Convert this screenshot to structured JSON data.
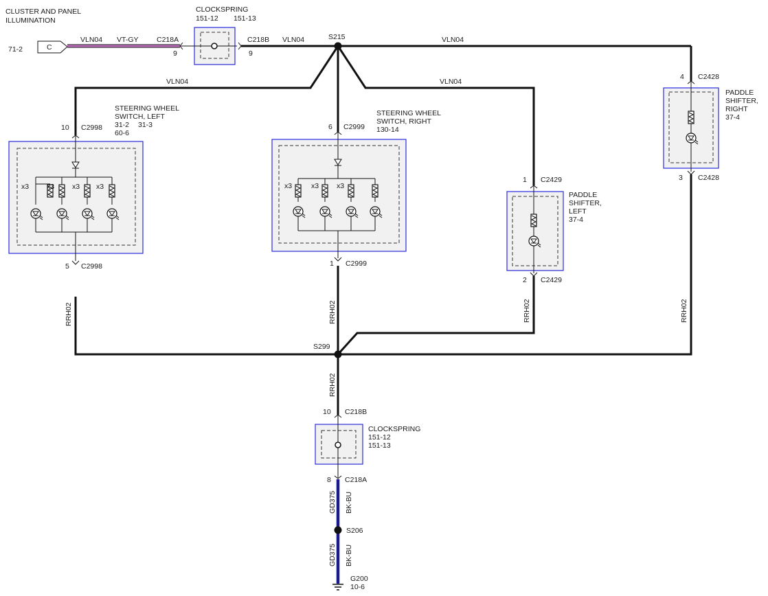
{
  "header": {
    "title_line1": "CLUSTER AND PANEL",
    "title_line2": "ILLUMINATION",
    "ref": "71-2",
    "connector_letter": "C"
  },
  "top": {
    "circuit_left": "VLN04",
    "color_left": "VT-GY",
    "connector_a": "C218A",
    "pin_a": "9",
    "connector_b": "C218B",
    "pin_b": "9",
    "circuit_right": "VLN04",
    "splice": "S215",
    "circuit_far_right": "VLN04"
  },
  "clockspring_top": {
    "title": "CLOCKSPRING",
    "ref1": "151-12",
    "ref2": "151-13"
  },
  "wire_labels": {
    "vln_left": "VLN04",
    "vln_mid": "VLN04"
  },
  "swl": {
    "line1": "STEERING WHEEL",
    "line2": "SWITCH, LEFT",
    "ref1": "31-2",
    "ref2": "31-3",
    "ref3": "60-6",
    "top_pin": "10",
    "top_conn": "C2998",
    "bot_pin": "5",
    "bot_conn": "C2998",
    "mult": [
      "x3",
      "x3",
      "x3",
      "x3"
    ]
  },
  "swr": {
    "line1": "STEERING WHEEL",
    "line2": "SWITCH, RIGHT",
    "ref1": "130-14",
    "top_pin": "6",
    "top_conn": "C2999",
    "bot_pin": "1",
    "bot_conn": "C2999",
    "mult": [
      "x3",
      "x3",
      "x3"
    ]
  },
  "psl": {
    "line1": "PADDLE",
    "line2": "SHIFTER,",
    "line3": "LEFT",
    "ref": "37-4",
    "top_pin": "1",
    "top_conn": "C2429",
    "bot_pin": "2",
    "bot_conn": "C2429"
  },
  "psr": {
    "line1": "PADDLE",
    "line2": "SHIFTER,",
    "line3": "RIGHT",
    "ref": "37-4",
    "top_pin": "4",
    "top_conn": "C2428",
    "bot_pin": "3",
    "bot_conn": "C2428"
  },
  "ground": {
    "rrh_labels": [
      "RRH02",
      "RRH02",
      "RRH02",
      "RRH02",
      "RRH02"
    ],
    "splice": "S299",
    "cs_pin_top": "10",
    "cs_conn_top": "C218B",
    "cs_pin_bot": "8",
    "cs_conn_bot": "C218A",
    "gd_circuit": "GD375",
    "gd_color": "BK-BU",
    "splice2": "S206",
    "ground_name": "G200",
    "ground_ref": "10-6"
  },
  "clockspring_bottom": {
    "title": "CLOCKSPRING",
    "ref1": "151-12",
    "ref2": "151-13"
  },
  "colors": {
    "wire_purple": "#c070c0",
    "wire_blue": "#1a1a8c",
    "box_border": "#2a2ae0"
  }
}
